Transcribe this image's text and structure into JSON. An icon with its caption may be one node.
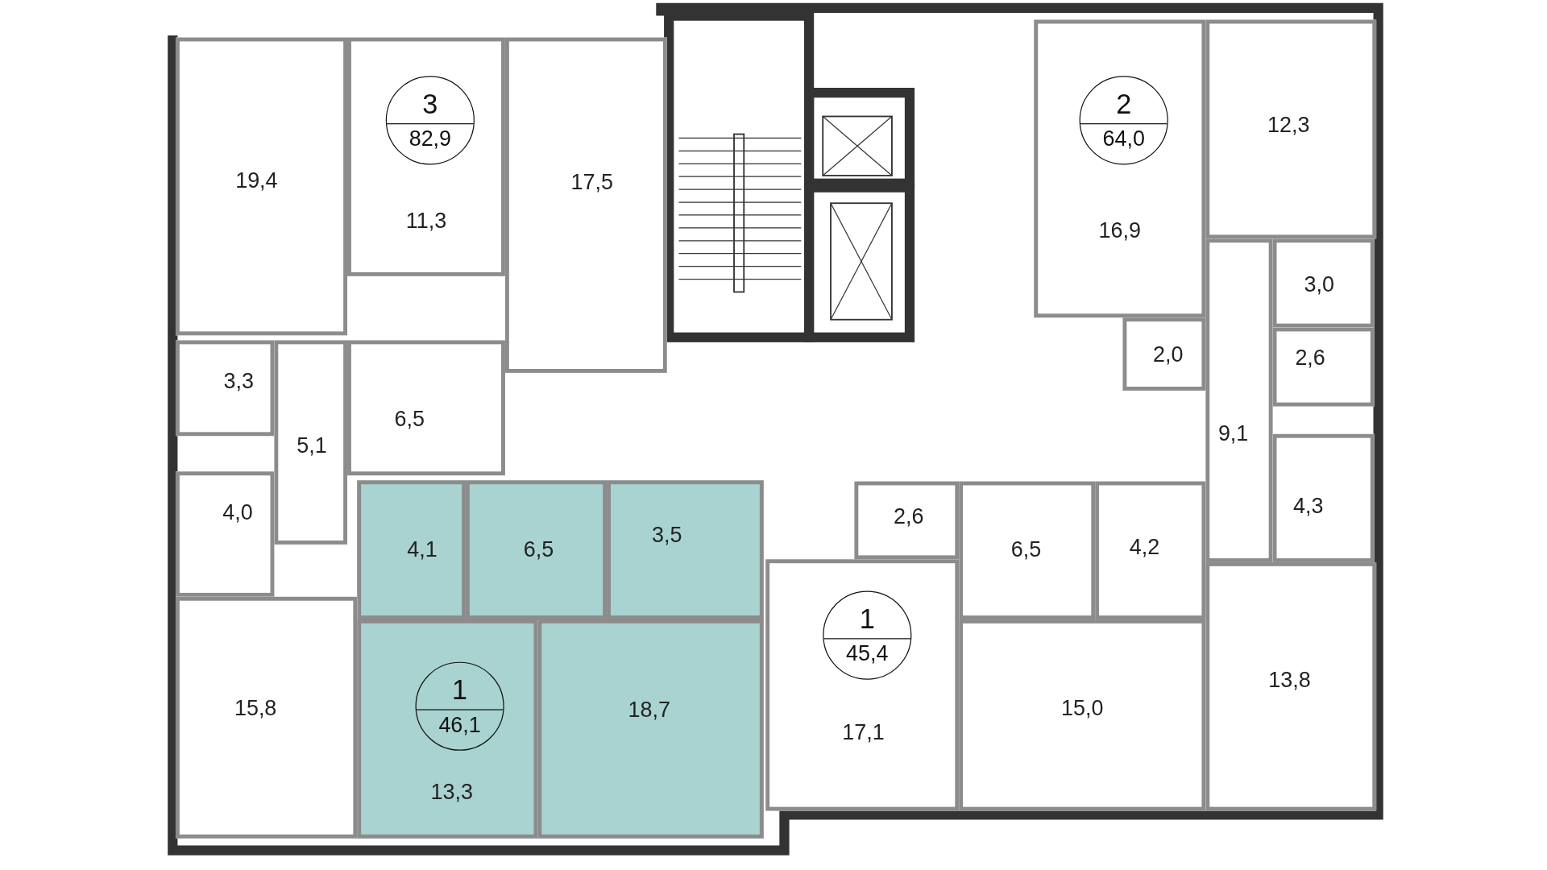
{
  "diagram": {
    "nodes": [
      {
        "text": [
          "19,4"
        ]
      },
      {
        "text": [
          "11,3"
        ]
      },
      {
        "text": [
          "3",
          "82,9"
        ],
        "in": 1
      },
      {
        "text": [
          "17,5"
        ]
      },
      {
        "text": [
          "16,9"
        ]
      },
      {
        "text": [
          "2",
          "64,0"
        ],
        "in": 4
      },
      {
        "text": [
          "12,3"
        ]
      },
      {
        "text": [
          "3,0"
        ]
      },
      {
        "text": [
          "2,0"
        ]
      },
      {
        "text": [
          "3,3"
        ]
      },
      {
        "text": [
          "2,6"
        ]
      },
      {
        "text": [
          "6,5"
        ]
      },
      {
        "text": [
          "5,1"
        ]
      },
      {
        "text": [
          "9,1"
        ]
      },
      {
        "text": [
          "4,3"
        ]
      },
      {
        "text": [
          "4,0"
        ]
      },
      {
        "text": [
          "4,1"
        ]
      },
      {
        "text": [
          "6,5"
        ]
      },
      {
        "text": [
          "3,5"
        ]
      },
      {
        "text": [
          "2,6"
        ]
      },
      {
        "text": [
          "6,5"
        ]
      },
      {
        "text": [
          "4,2"
        ]
      },
      {
        "text": [
          "17,1"
        ]
      },
      {
        "text": [
          "1",
          "45,4"
        ],
        "in": 22
      },
      {
        "text": [
          "13,8"
        ]
      },
      {
        "text": [
          "18,7"
        ]
      },
      {
        "text": [
          "15,8"
        ]
      },
      {
        "text": [
          "15,0"
        ]
      },
      {
        "text": [
          "13,3"
        ]
      },
      {
        "text": [
          "1",
          "46,1"
        ],
        "in": 28
      }
    ],
    "edges": []
  }
}
